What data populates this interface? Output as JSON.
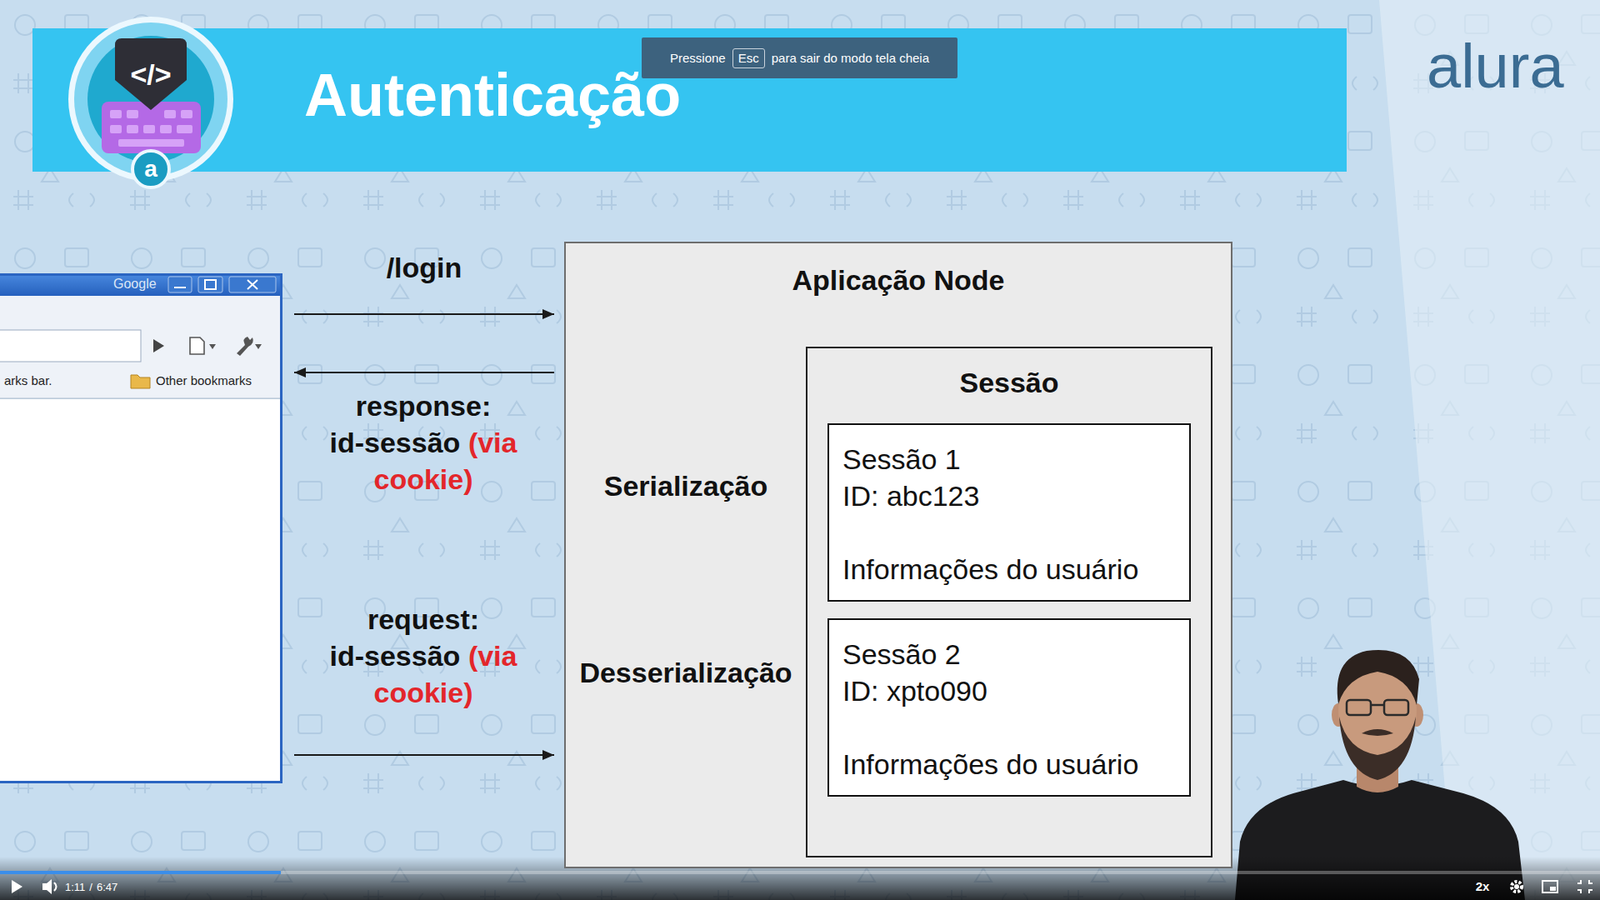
{
  "diagram": {
    "title": "Autenticação",
    "nodes": [
      {
        "text": [
          "Google",
          "arks bar.",
          "Other bookmarks"
        ]
      },
      {
        "text": [
          "Aplicação Node"
        ]
      },
      {
        "text": [
          "Sessão"
        ],
        "in": 1
      },
      {
        "text": [
          "Sessão 1",
          "ID: abc123",
          "Informações do usuário"
        ],
        "in": 2
      },
      {
        "text": [
          "Sessão 2",
          "ID: xpto090",
          "Informações do usuário"
        ],
        "in": 2
      }
    ],
    "edges": [
      {
        "from": 0,
        "to": 1,
        "arrow": "to",
        "label": "/login"
      },
      {
        "from": 1,
        "to": 0,
        "arrow": "to"
      },
      {
        "from": 0,
        "to": 1,
        "arrow": "to"
      },
      {
        "from": 1,
        "to": 3,
        "arrow": "to",
        "label": "Serialização"
      },
      {
        "from": 4,
        "to": 1,
        "arrow": "to",
        "label": "Desserialização"
      }
    ],
    "labels": [
      "response:",
      "id-sessão",
      "(via cookie)",
      "request:",
      "id-sessão",
      "(via cookie)",
      "</>",
      "a",
      "alura",
      "Pressione",
      "Esc",
      "para sair do modo tela cheia",
      "1:11",
      "/",
      "6:47",
      "2x"
    ]
  }
}
